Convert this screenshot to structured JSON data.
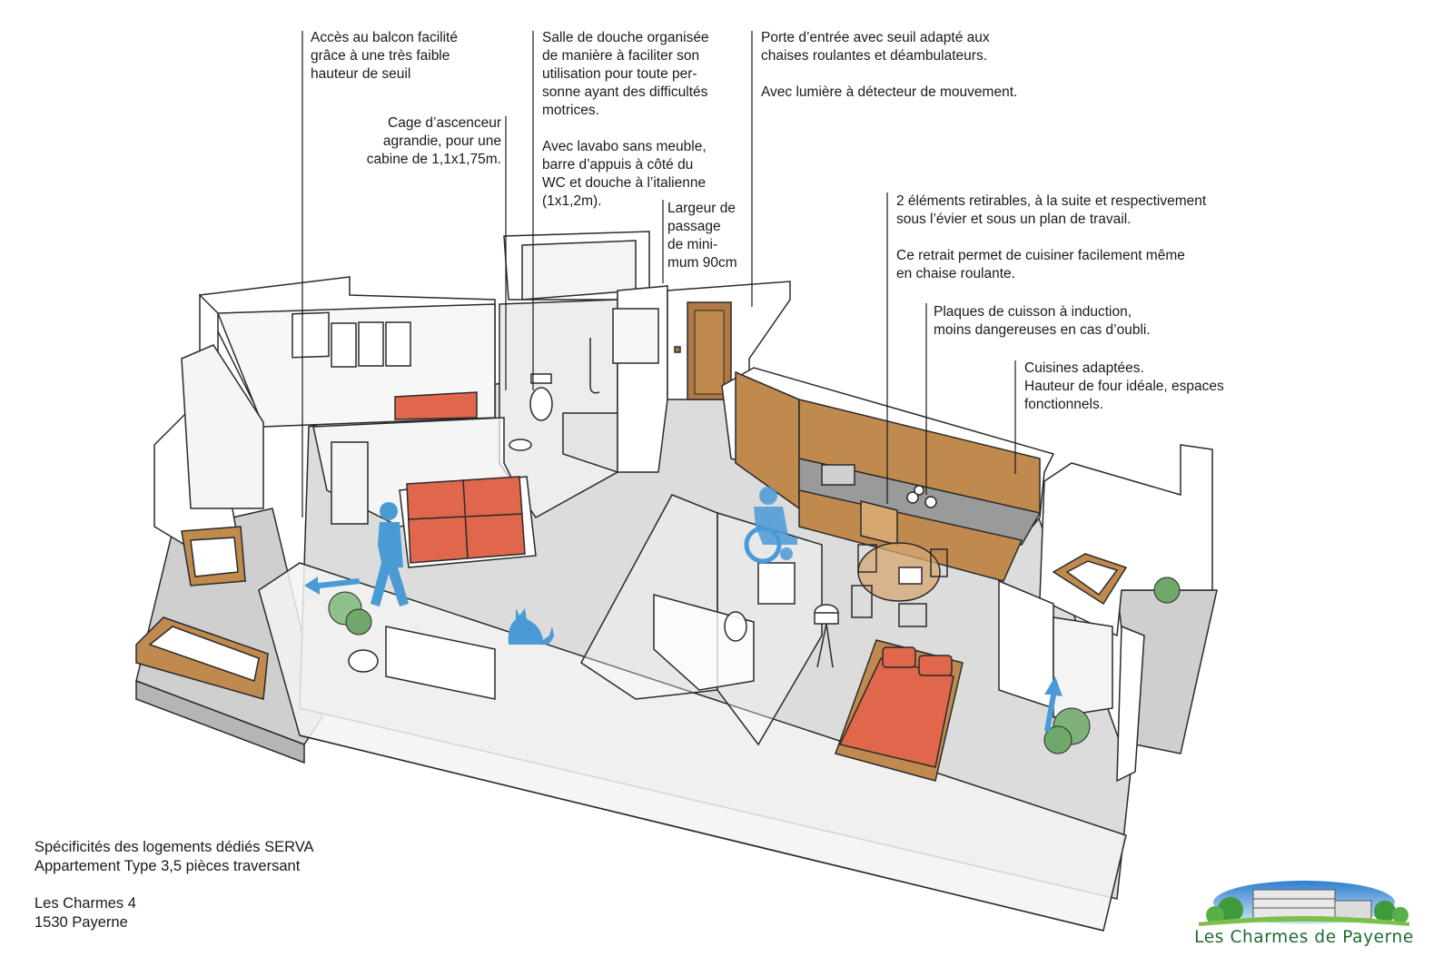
{
  "annotations": {
    "balcony": "Accès au balcon facilité\ngrâce à une très faible\nhauteur de seuil",
    "elevator": "Cage d’ascenceur\nagrandie, pour une\ncabine de 1,1x1,75m.",
    "shower": "Salle de douche organisée\nde manière à faciliter son\nutilisation pour toute per-\nsonne ayant des difficultés\nmotrices.\n\nAvec lavabo sans meuble,\nbarre d’appuis à côté du\nWC et douche à l’italienne\n(1x1,2m).",
    "passage": "Largeur de\npassage\nde mini-\nmum 90cm",
    "entrance": "Porte d’entrée avec seuil adapté aux\nchaises roulantes et déambulateurs.\n\nAvec lumière à détecteur de mouvement.",
    "removable": "2 éléments retirables, à la suite et respectivement\nsous l’évier et sous un plan de travail.\n\nCe retrait permet de cuisiner facilement même\nen chaise roulante.",
    "induction": "Plaques de cuisson à induction,\nmoins dangereuses en cas d’oubli.",
    "kitchen": "Cuisines adaptées.\nHauteur de four idéale, espaces\nfonctionnels."
  },
  "caption": {
    "subtitle": "Spécificités des logements dédiés SERVA\nAppartement Type 3,5 pièces traversant",
    "address": "Les Charmes 4\n1530 Payerne"
  },
  "logo": {
    "text": "Les Charmes de Payerne"
  },
  "colors": {
    "floor": "#dcdcdc",
    "wall": "#ffffff",
    "outline": "#2a2a2a",
    "accent_red": "#e0664c",
    "wood": "#c08a4e",
    "figure_blue": "#4a9ad6",
    "logo_green": "#1e6a2e"
  },
  "icons": [
    "person-walking-icon",
    "wheelchair-user-icon",
    "cat-icon",
    "arrow-icon",
    "plant-icon"
  ]
}
